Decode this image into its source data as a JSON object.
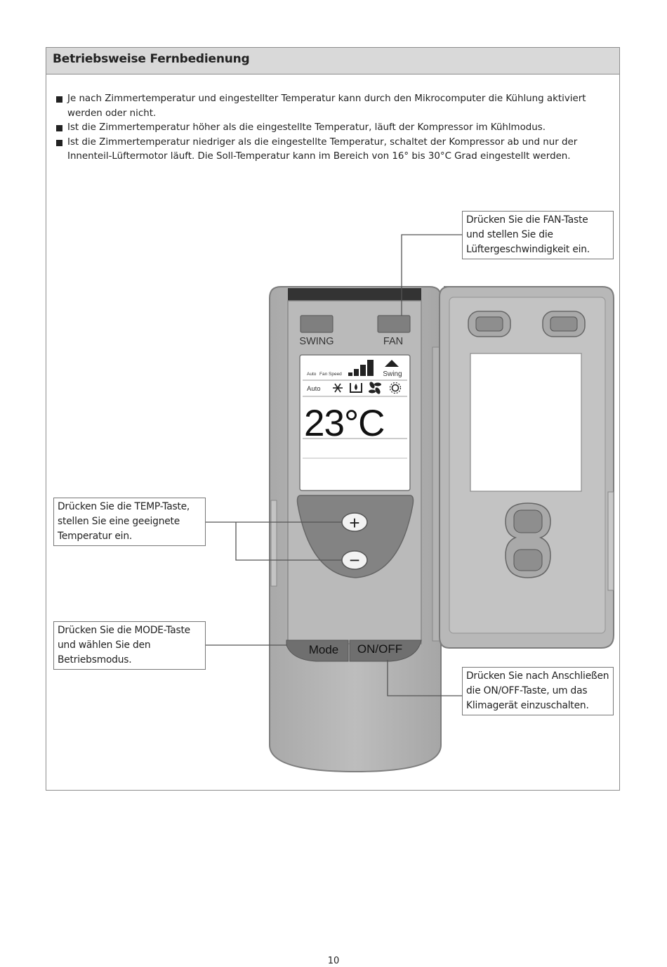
{
  "section": {
    "title": "Betriebsweise Fernbedienung"
  },
  "bullets": [
    "Je nach Zimmertemperatur und eingestellter Temperatur kann durch den Mikrocomputer die Kühlung aktiviert werden oder nicht.",
    "Ist die Zimmertemperatur höher als die eingestellte Temperatur, läuft der Kompressor im Kühlmodus.",
    "Ist die Zimmertemperatur niedriger als die eingestellte Temperatur, schaltet der Kompressor ab und nur der Innenteil-Lüftermotor läuft.  Die Soll-Temperatur kann im Bereich von 16° bis 30°C Grad eingestellt werden."
  ],
  "callouts": {
    "fan": [
      "Drücken Sie die FAN-Taste",
      "und stellen Sie die",
      "Lüftergeschwindigkeit ein."
    ],
    "temp": [
      "Drücken Sie die  TEMP-Taste,",
      "stellen Sie eine geeignete",
      "Temperatur ein."
    ],
    "mode": [
      "Drücken Sie die MODE-Taste",
      "und wählen Sie den",
      "Betriebsmodus."
    ],
    "onoff": [
      "Drücken Sie nach Anschließen",
      "die ON/OFF-Taste, um das",
      "Klimagerät einzuschalten."
    ]
  },
  "remote": {
    "swing_label": "SWING",
    "fan_label": "FAN",
    "mode_label": "Mode",
    "onoff_label": "ON/OFF",
    "plus_symbol": "+",
    "minus_symbol": "−",
    "display": {
      "auto_label": "Auto",
      "fan_speed_label": "Fan Speed",
      "swing_label": "Swing",
      "mode_auto_label": "Auto",
      "temperature": "23°C"
    }
  },
  "page_number": "10"
}
